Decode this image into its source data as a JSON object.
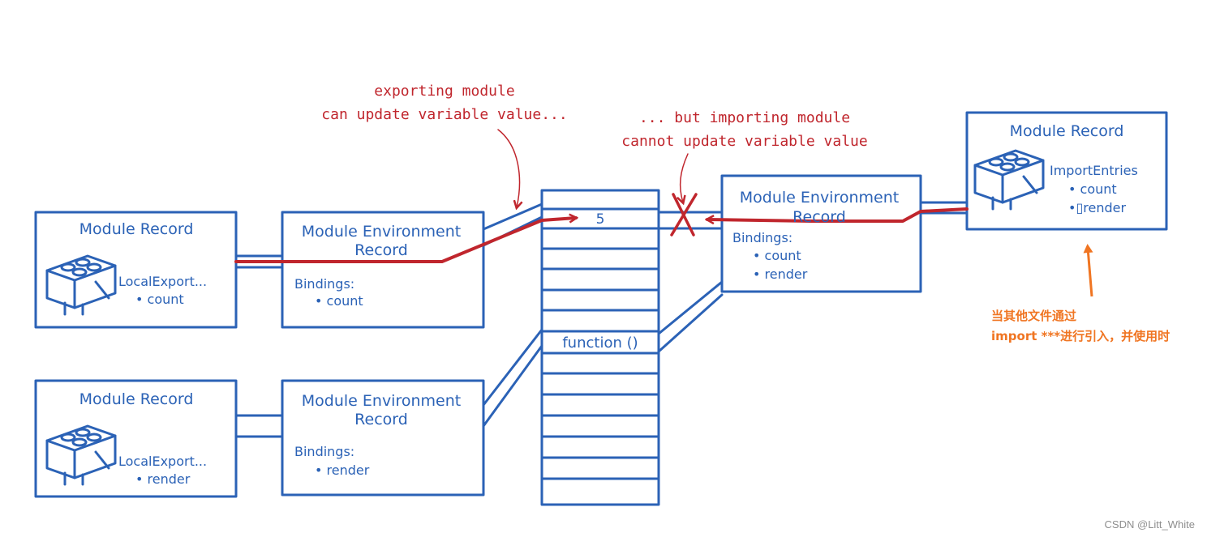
{
  "annotations": {
    "exporting_line1": "exporting module",
    "exporting_line2": "can update variable value...",
    "importing_line1": "... but importing module",
    "importing_line2": "cannot update variable value"
  },
  "export_module_count": {
    "record_title": "Module Record",
    "record_entries": "LocalExport...",
    "record_item": "• count",
    "env_title_line1": "Module Environment",
    "env_title_line2": "Record",
    "env_bindings": "Bindings:",
    "env_item": "• count"
  },
  "export_module_render": {
    "record_title": "Module Record",
    "record_entries": "LocalExport...",
    "record_item": "• render",
    "env_title_line1": "Module Environment",
    "env_title_line2": "Record",
    "env_bindings": "Bindings:",
    "env_item": "• render"
  },
  "memory": {
    "slot_value": "5",
    "function_label": "function ()"
  },
  "import_module": {
    "env_title_line1": "Module Environment",
    "env_title_line2": "Record",
    "env_bindings": "Bindings:",
    "env_item1": "• count",
    "env_item2": "• render",
    "record_title": "Module Record",
    "record_entries": "ImportEntries",
    "record_item1": "• count",
    "record_item2": "•▯render"
  },
  "chinese_note": {
    "line1": "当其他文件通过",
    "line2": "import ***进行引入，并使用时"
  },
  "watermark": "CSDN @Litt_White",
  "colors": {
    "stroke_blue": "#2b62b6",
    "red": "#c0262d",
    "orange": "#f07522"
  }
}
